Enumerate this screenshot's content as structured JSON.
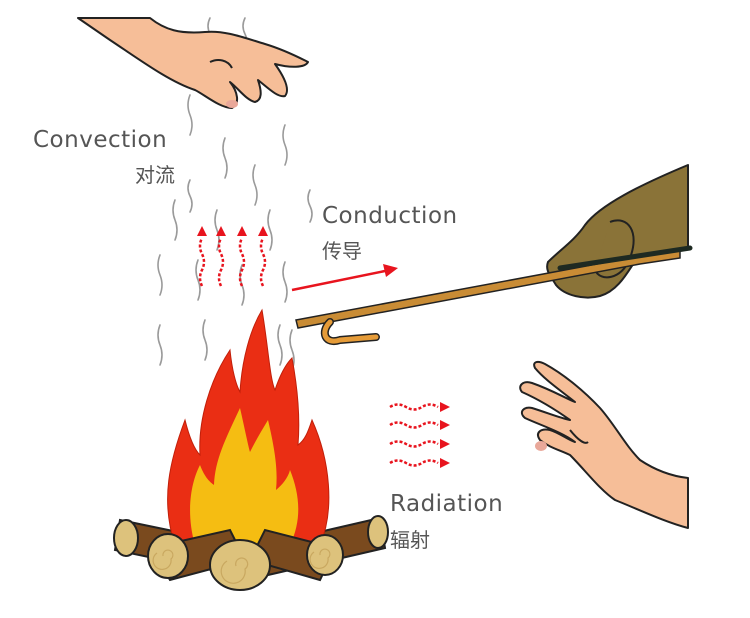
{
  "diagram": {
    "title": "Heat transfer: convection, conduction, radiation",
    "background": "#ffffff",
    "labels": {
      "convection": {
        "en": "Convection",
        "zh": "对流"
      },
      "conduction": {
        "en": "Conduction",
        "zh": "传导"
      },
      "radiation": {
        "en": "Radiation",
        "zh": "辐射"
      }
    },
    "elements": [
      {
        "id": "campfire",
        "description": "burning campfire on crossed logs"
      },
      {
        "id": "hand-above",
        "description": "hand held above the fire (convection)"
      },
      {
        "id": "gloved-hand-with-rod",
        "description": "gloved hand holding a metal poker in the fire (conduction)"
      },
      {
        "id": "hand-beside",
        "description": "hand held beside the fire (radiation)"
      },
      {
        "id": "rising-air-lines",
        "description": "grey wavy rising hot-air lines"
      },
      {
        "id": "convection-arrows",
        "count": 4,
        "direction": "up"
      },
      {
        "id": "conduction-arrow",
        "count": 1,
        "direction": "right"
      },
      {
        "id": "radiation-arrows",
        "count": 4,
        "direction": "right"
      }
    ],
    "colors": {
      "text": "#555555",
      "skin": "#f6be98",
      "outline": "#222222",
      "glove": "#8a7338",
      "rod": "#c98c35",
      "flame_outer": "#ea2e14",
      "flame_inner": "#f5bd12",
      "log_bark": "#7a4a1e",
      "log_end": "#ddc27c",
      "arrow": "#e8141e",
      "air_lines": "#9a9a9a"
    }
  }
}
